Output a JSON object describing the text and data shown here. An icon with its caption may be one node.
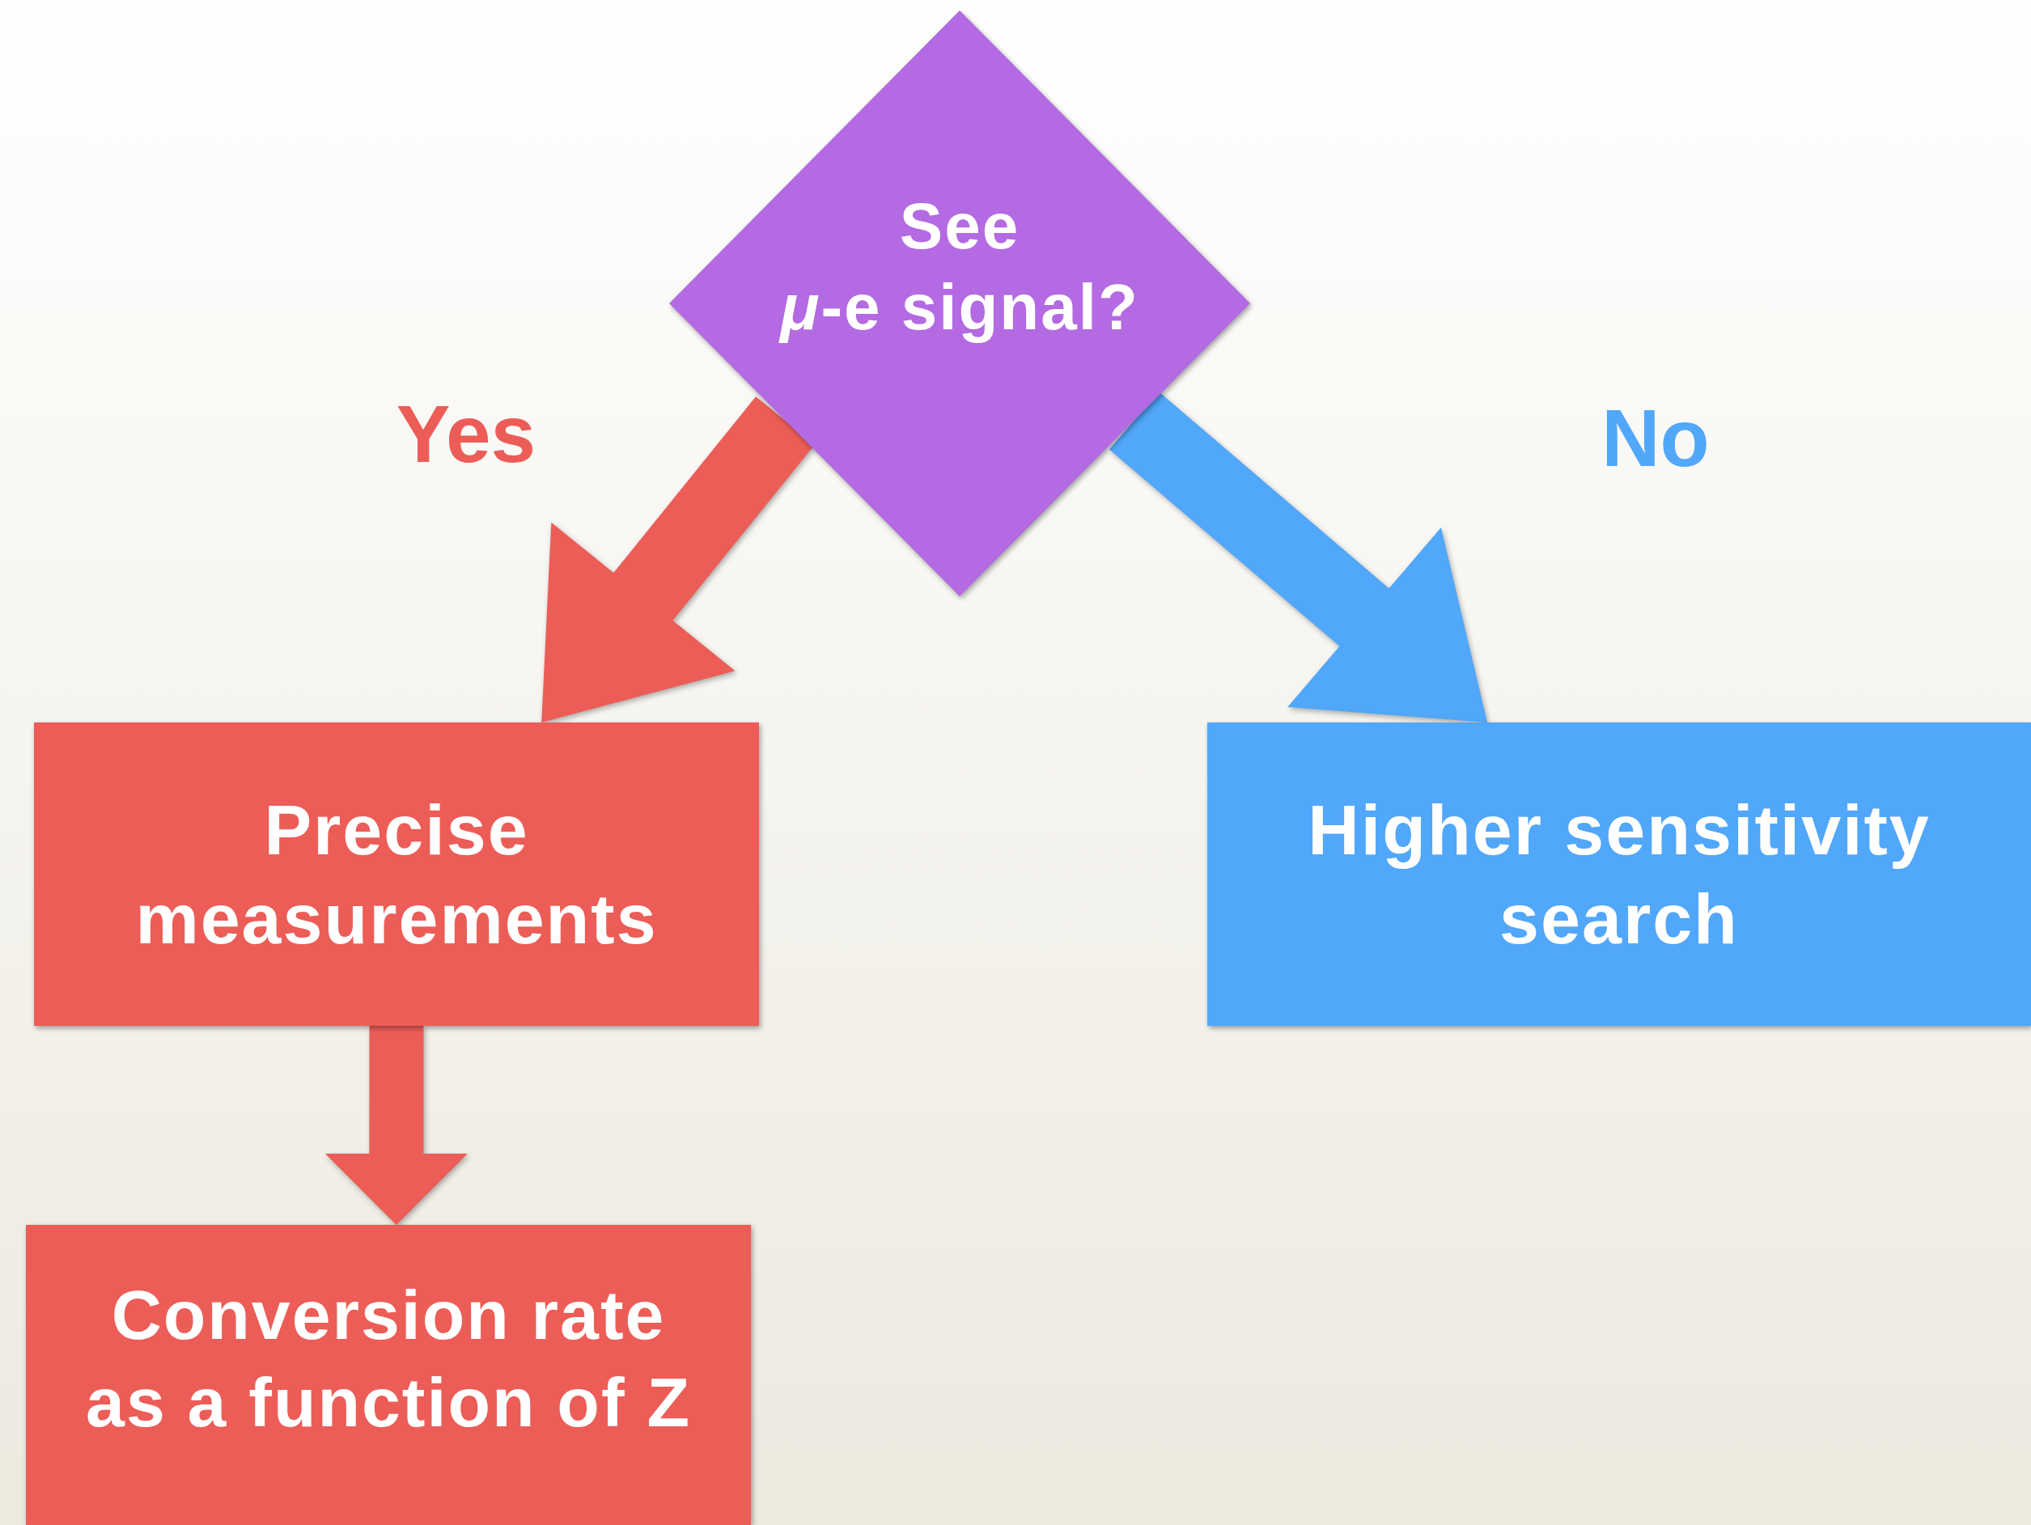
{
  "diagram": {
    "nodes": [
      {
        "text": [
          "See",
          "*μ*-e signal?"
        ]
      },
      {
        "text": [
          "Precise measurements"
        ]
      },
      {
        "text": [
          "Higher sensitivity search"
        ]
      },
      {
        "text": [
          "Conversion rate as a function of Z"
        ]
      }
    ],
    "edges": [
      {
        "from": 0,
        "to": 1,
        "arrow": "to",
        "label": "Yes"
      },
      {
        "from": 0,
        "to": 2,
        "arrow": "to",
        "label": "No",
        "color": "#51a7f9"
      },
      {
        "from": 1,
        "to": 3,
        "arrow": "to"
      }
    ]
  }
}
